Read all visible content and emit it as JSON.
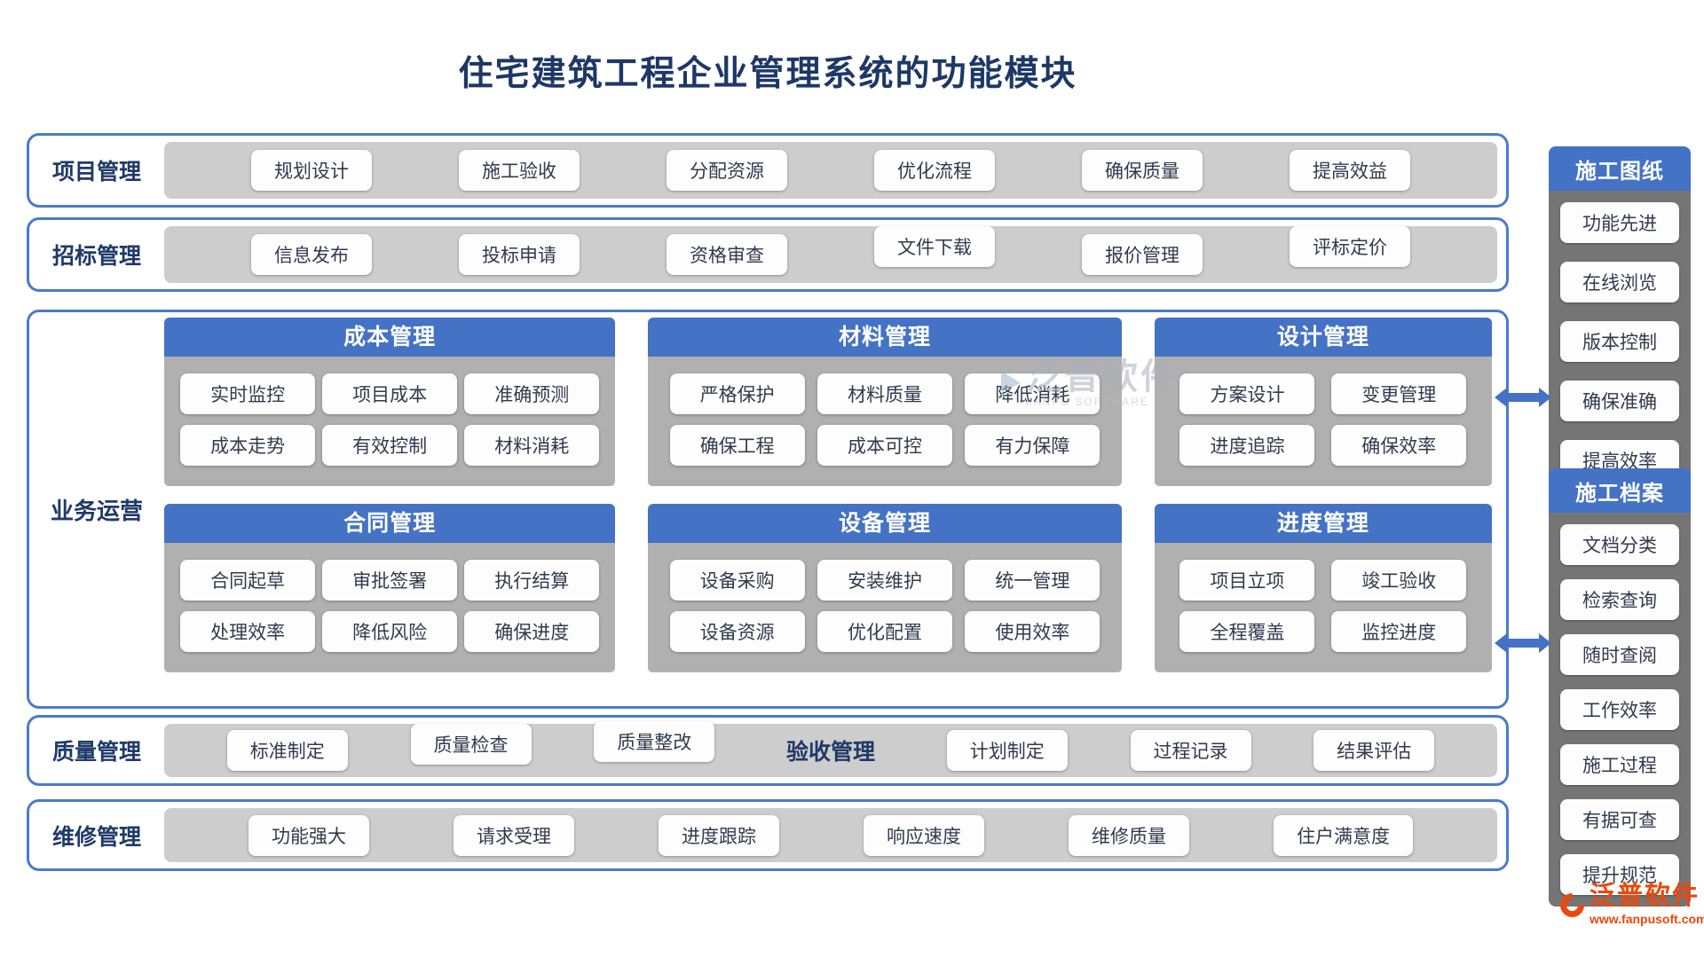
{
  "title": "住宅建筑工程企业管理系统的功能模块",
  "colors": {
    "accent_blue": "#4472C4",
    "navy": "#1F3A68",
    "tray_gray": "#CDCDCD",
    "block_gray": "#B0B0B0",
    "sidebar_gray": "#757575",
    "brand_orange": "#E8490D"
  },
  "bands": [
    {
      "key": "project-management",
      "label": "项目管理",
      "items": [
        "规划设计",
        "施工验收",
        "分配资源",
        "优化流程",
        "确保质量",
        "提高效益"
      ]
    },
    {
      "key": "bidding-management",
      "label": "招标管理",
      "items": [
        "信息发布",
        "投标申请",
        "资格审查",
        "文件下载",
        "报价管理",
        "评标定价"
      ]
    }
  ],
  "business": {
    "label": "业务运营",
    "blocks": [
      {
        "title": "成本管理",
        "rows": [
          [
            "实时监控",
            "项目成本",
            "准确预测"
          ],
          [
            "成本走势",
            "有效控制",
            "材料消耗"
          ]
        ]
      },
      {
        "title": "材料管理",
        "rows": [
          [
            "严格保护",
            "材料质量",
            "降低消耗"
          ],
          [
            "确保工程",
            "成本可控",
            "有力保障"
          ]
        ]
      },
      {
        "title": "设计管理",
        "rows": [
          [
            "方案设计",
            "变更管理"
          ],
          [
            "进度追踪",
            "确保效率"
          ]
        ]
      },
      {
        "title": "合同管理",
        "rows": [
          [
            "合同起草",
            "审批签署",
            "执行结算"
          ],
          [
            "处理效率",
            "降低风险",
            "确保进度"
          ]
        ]
      },
      {
        "title": "设备管理",
        "rows": [
          [
            "设备采购",
            "安装维护",
            "统一管理"
          ],
          [
            "设备资源",
            "优化配置",
            "使用效率"
          ]
        ]
      },
      {
        "title": "进度管理",
        "rows": [
          [
            "项目立项",
            "竣工验收"
          ],
          [
            "全程覆盖",
            "监控进度"
          ]
        ]
      }
    ]
  },
  "quality": {
    "label": "质量管理",
    "items": [
      "标准制定",
      "质量检查",
      "质量整改"
    ],
    "sub_label": "验收管理",
    "sub_items": [
      "计划制定",
      "过程记录",
      "结果评估"
    ]
  },
  "maintenance": {
    "label": "维修管理",
    "items": [
      "功能强大",
      "请求受理",
      "进度跟踪",
      "响应速度",
      "维修质量",
      "住户满意度"
    ]
  },
  "sidebar": {
    "groups": [
      {
        "title": "施工图纸",
        "items": [
          "功能先进",
          "在线浏览",
          "版本控制",
          "确保准确",
          "提高效率"
        ]
      },
      {
        "title": "施工档案",
        "items": [
          "文档分类",
          "检索查询",
          "随时查阅",
          "工作效率",
          "施工过程",
          "有据可查",
          "提升规范"
        ]
      }
    ]
  },
  "watermark": {
    "text": "泛普软件",
    "sub": "FANPU SOFTWARE"
  },
  "brand": {
    "name": "泛普软件",
    "url": "www.fanpusoft.com"
  }
}
